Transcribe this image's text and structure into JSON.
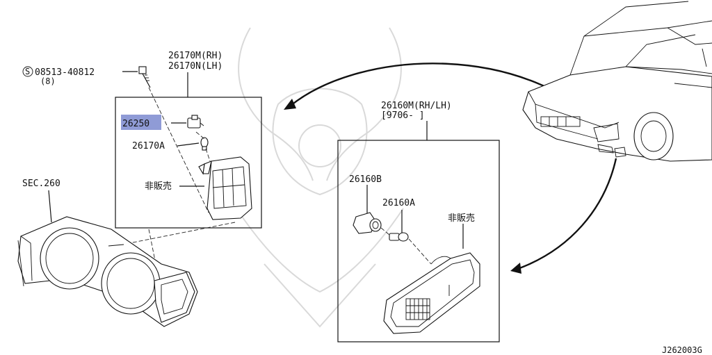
{
  "diagram": {
    "callouts": {
      "screw_part_no": "08513-40812",
      "screw_qty": "(8)",
      "front_combo_rh": "26170M(RH)",
      "front_combo_lh": "26170N(LH)",
      "socket_no": "26250",
      "bulb_no": "26170A",
      "not_for_sale_1": "非販売",
      "section_ref": "SEC.260",
      "side_marker": "26160M(RH/LH)",
      "side_marker_date": "[9706-     ]",
      "side_socket": "26160B",
      "side_bulb": "26160A",
      "not_for_sale_2": "非販売"
    },
    "screw_symbol": "S",
    "diagram_code": "J262003G",
    "highlight_color": "#8f9bd6"
  }
}
